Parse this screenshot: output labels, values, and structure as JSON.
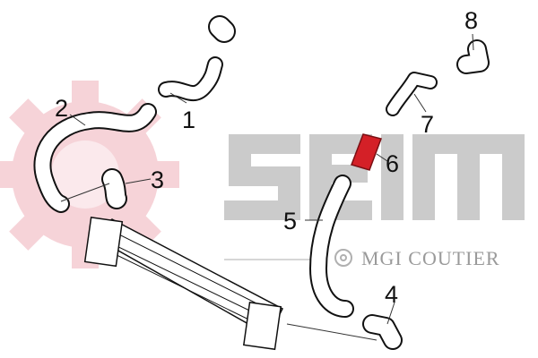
{
  "watermark": {
    "logo_text": "SEIM",
    "brand_text": "MGI COUTIER",
    "gear_color": "#f4c9cf",
    "logo_color": "#c8c8c8"
  },
  "highlight_color": "#d42027",
  "callouts": [
    {
      "label": "1",
      "part": "upper-intake-hose"
    },
    {
      "label": "2",
      "part": "turbo-hose"
    },
    {
      "label": "3",
      "part": "intercooler-inlet-elbow"
    },
    {
      "label": "4",
      "part": "intercooler-outlet-elbow"
    },
    {
      "label": "5",
      "part": "long-hose"
    },
    {
      "label": "6",
      "part": "coupling-sleeve"
    },
    {
      "label": "7",
      "part": "pipe-connector"
    },
    {
      "label": "8",
      "part": "end-elbow"
    }
  ]
}
